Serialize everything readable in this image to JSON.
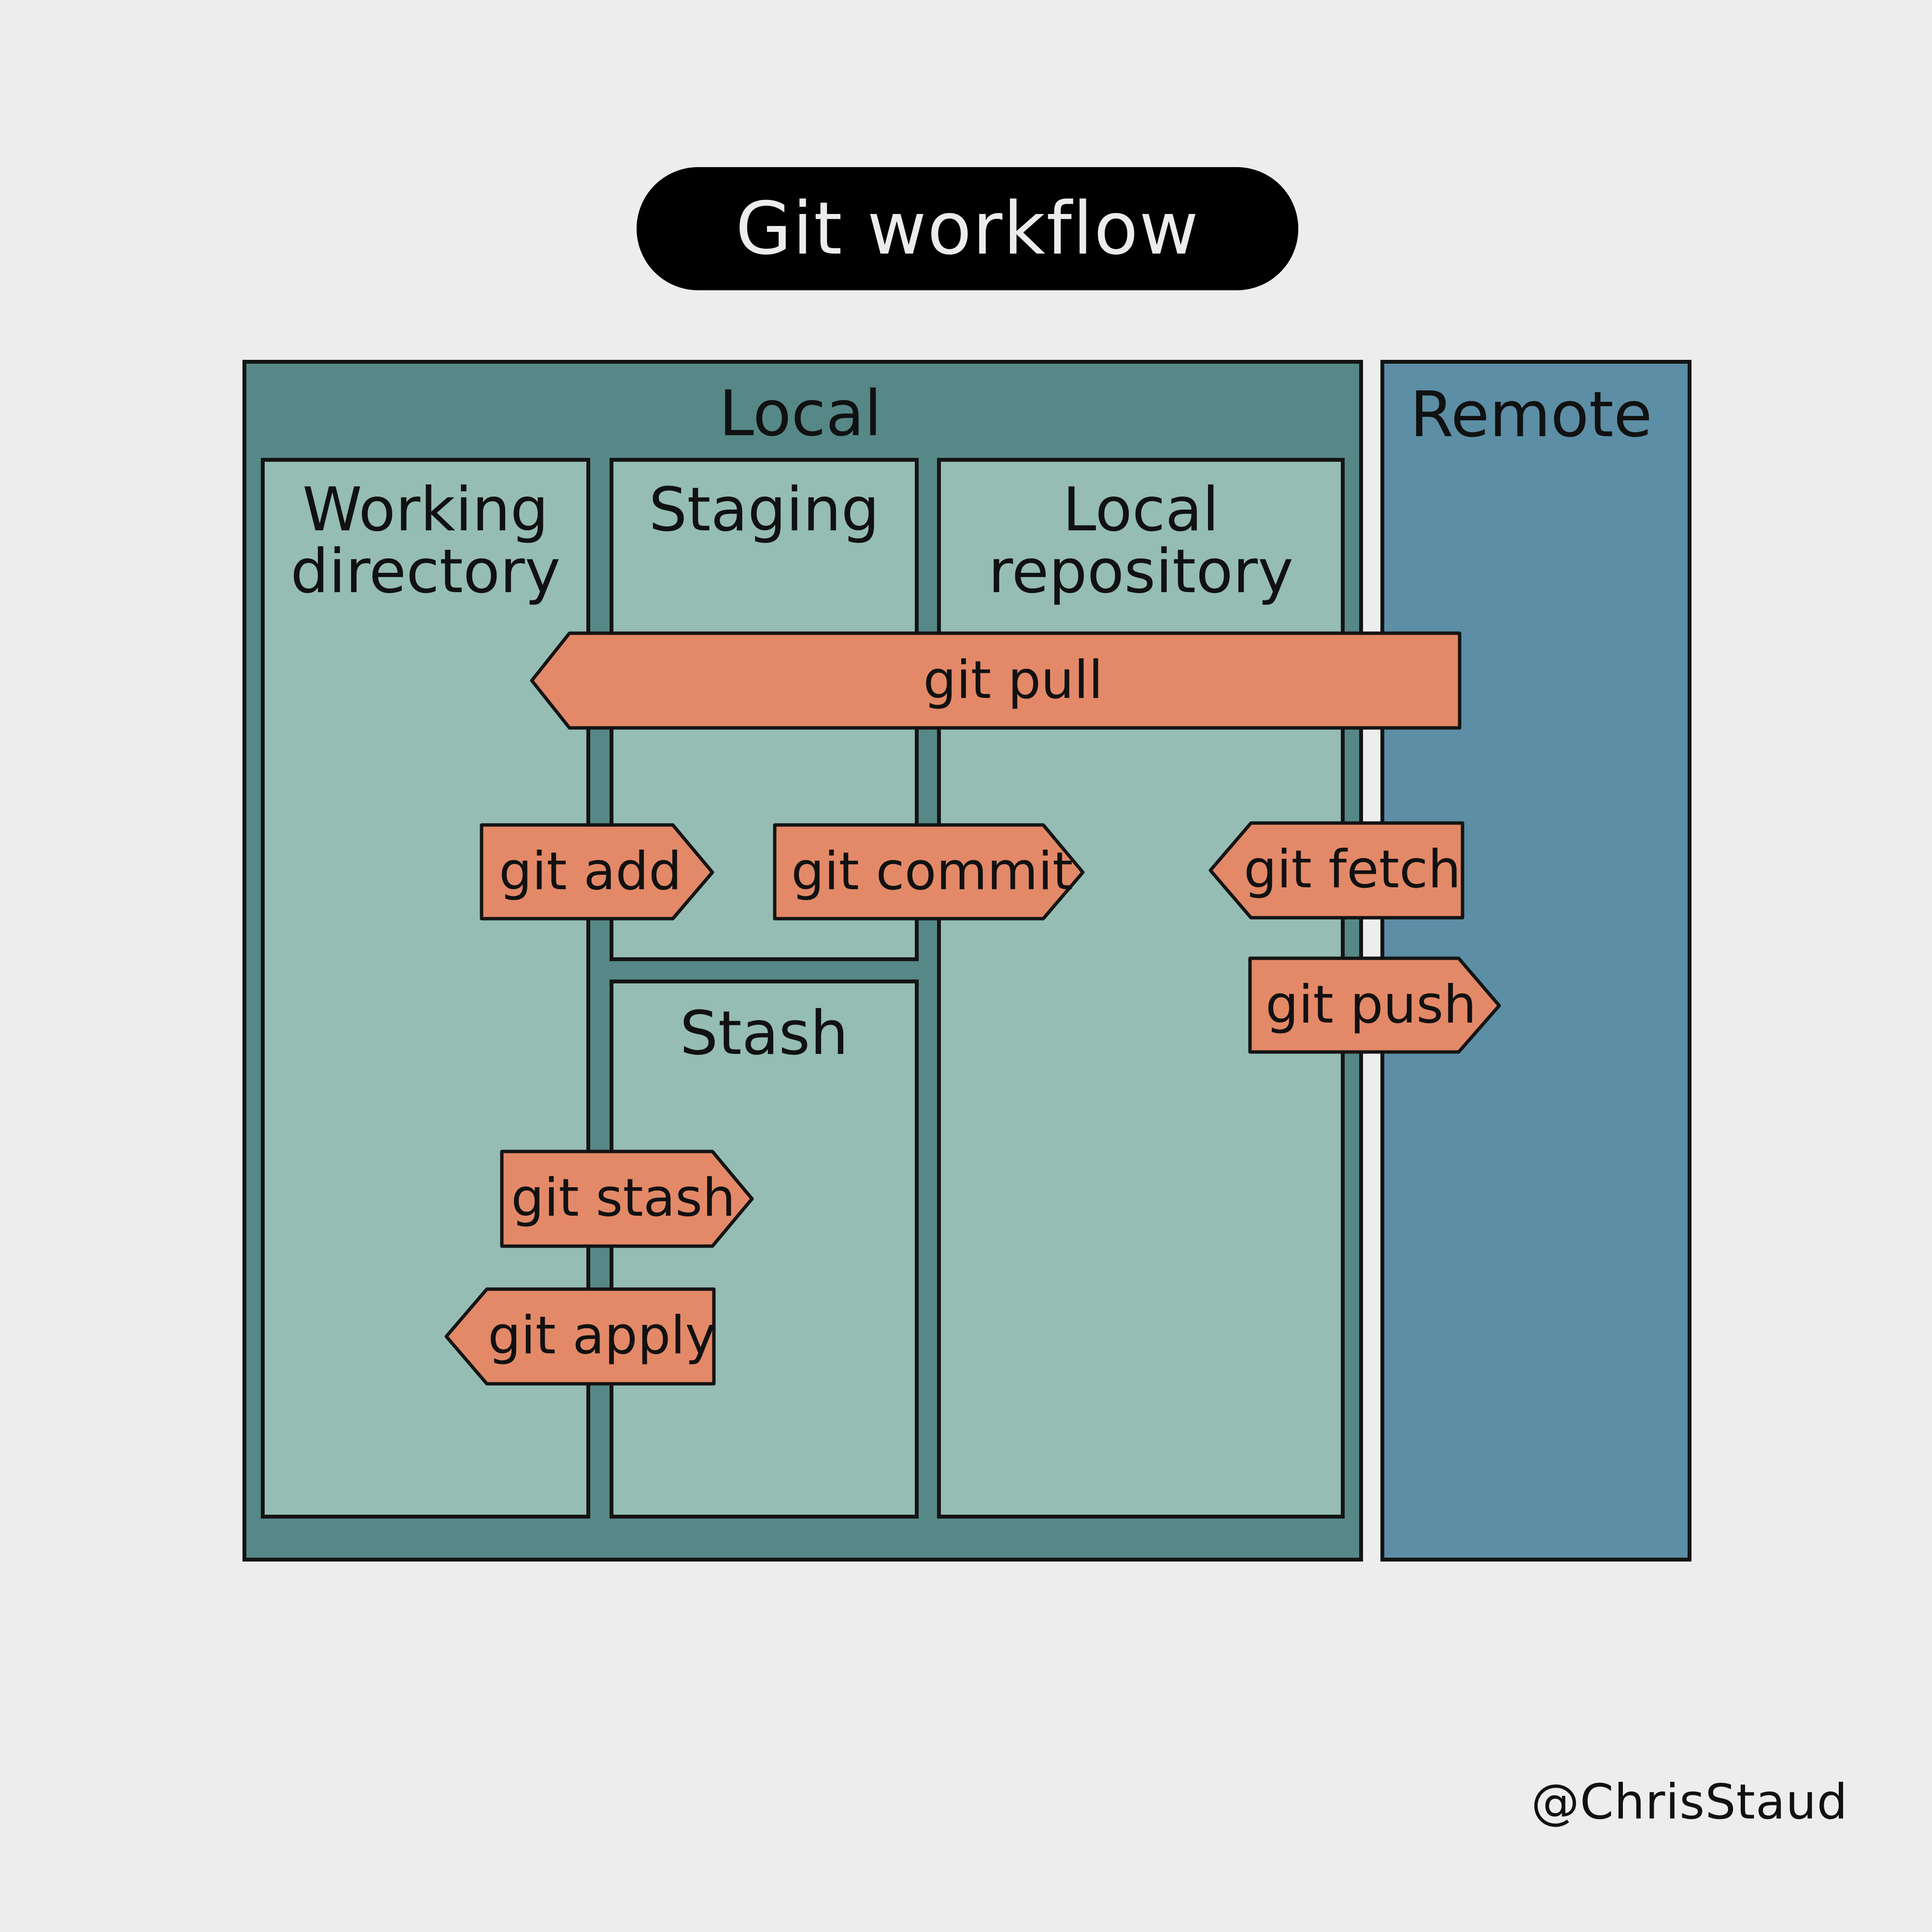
{
  "title": "Git workflow",
  "colors": {
    "background": "#ededed",
    "title_pill": "#000000",
    "local_panel": "#568887",
    "remote_panel": "#5c8ea5",
    "area_fill": "#95bdb3",
    "command_arrow": "#e38968",
    "outline": "#141414"
  },
  "local": {
    "label": "Local",
    "areas": {
      "working_directory": "Working directory",
      "staging": "Staging",
      "stash": "Stash",
      "local_repository": "Local repository"
    }
  },
  "remote": {
    "label": "Remote"
  },
  "commands": {
    "pull": {
      "label": "git pull",
      "direction": "left"
    },
    "add": {
      "label": "git add",
      "direction": "right"
    },
    "commit": {
      "label": "git commit",
      "direction": "right"
    },
    "fetch": {
      "label": "git fetch",
      "direction": "left"
    },
    "push": {
      "label": "git push",
      "direction": "right"
    },
    "stash": {
      "label": "git stash",
      "direction": "right"
    },
    "apply": {
      "label": "git apply",
      "direction": "left"
    }
  },
  "credit": "@ChrisStaud"
}
